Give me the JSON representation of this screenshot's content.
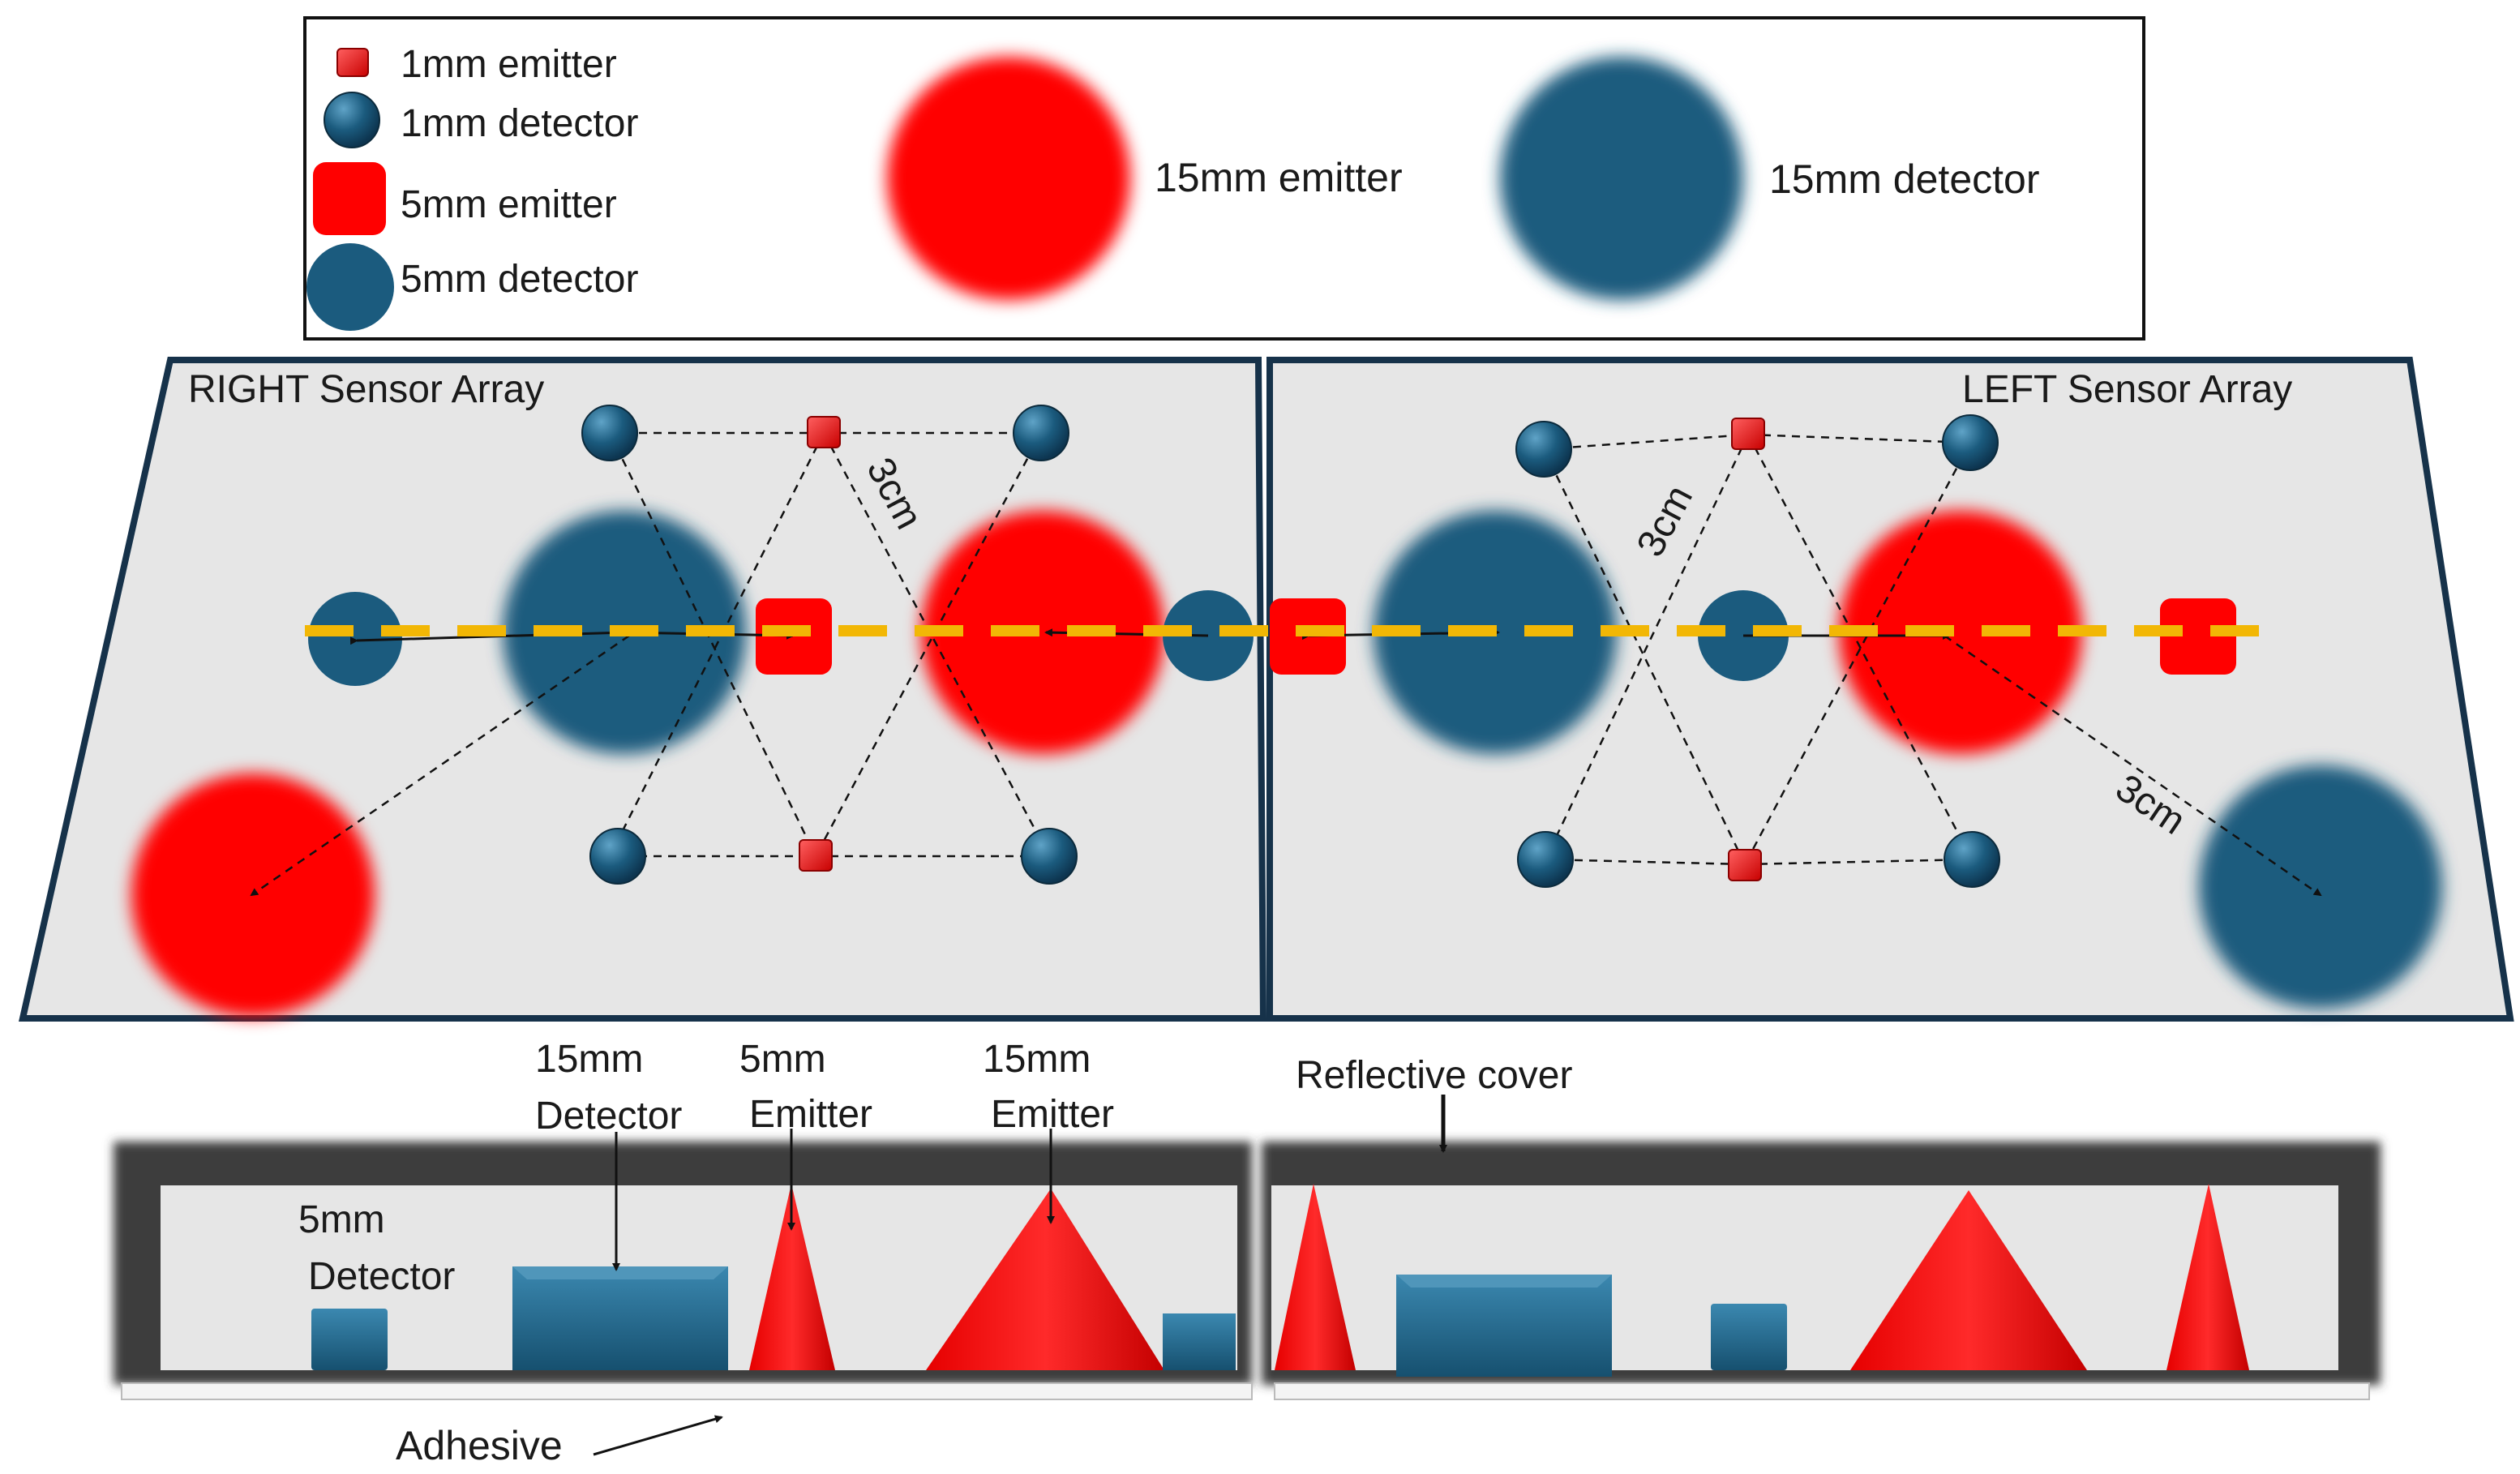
{
  "legend": {
    "emitter_1mm": "1mm emitter",
    "detector_1mm": "1mm detector",
    "emitter_5mm": "5mm emitter",
    "detector_5mm": "5mm detector",
    "emitter_15mm": "15mm emitter",
    "detector_15mm": "15mm detector"
  },
  "arrays": {
    "right_title": "RIGHT Sensor Array",
    "left_title": "LEFT Sensor Array",
    "distance_label": "3cm"
  },
  "cross_section": {
    "detector_15mm_line1": "15mm",
    "detector_15mm_line2": "Detector",
    "emitter_5mm_line1": "5mm",
    "emitter_5mm_line2": "Emitter",
    "emitter_15mm_line1": "15mm",
    "emitter_15mm_line2": "Emitter",
    "detector_5mm_line1": "5mm",
    "detector_5mm_line2": "Detector",
    "reflective_cover": "Reflective cover",
    "adhesive": "Adhesive"
  },
  "colors": {
    "emitter": "#ff0000",
    "detector": "#1b5b7e",
    "panel": "#e6e6e6",
    "axis_dash": "#f2b705",
    "frame": "#16324a",
    "cover": "#3d3d3d"
  }
}
